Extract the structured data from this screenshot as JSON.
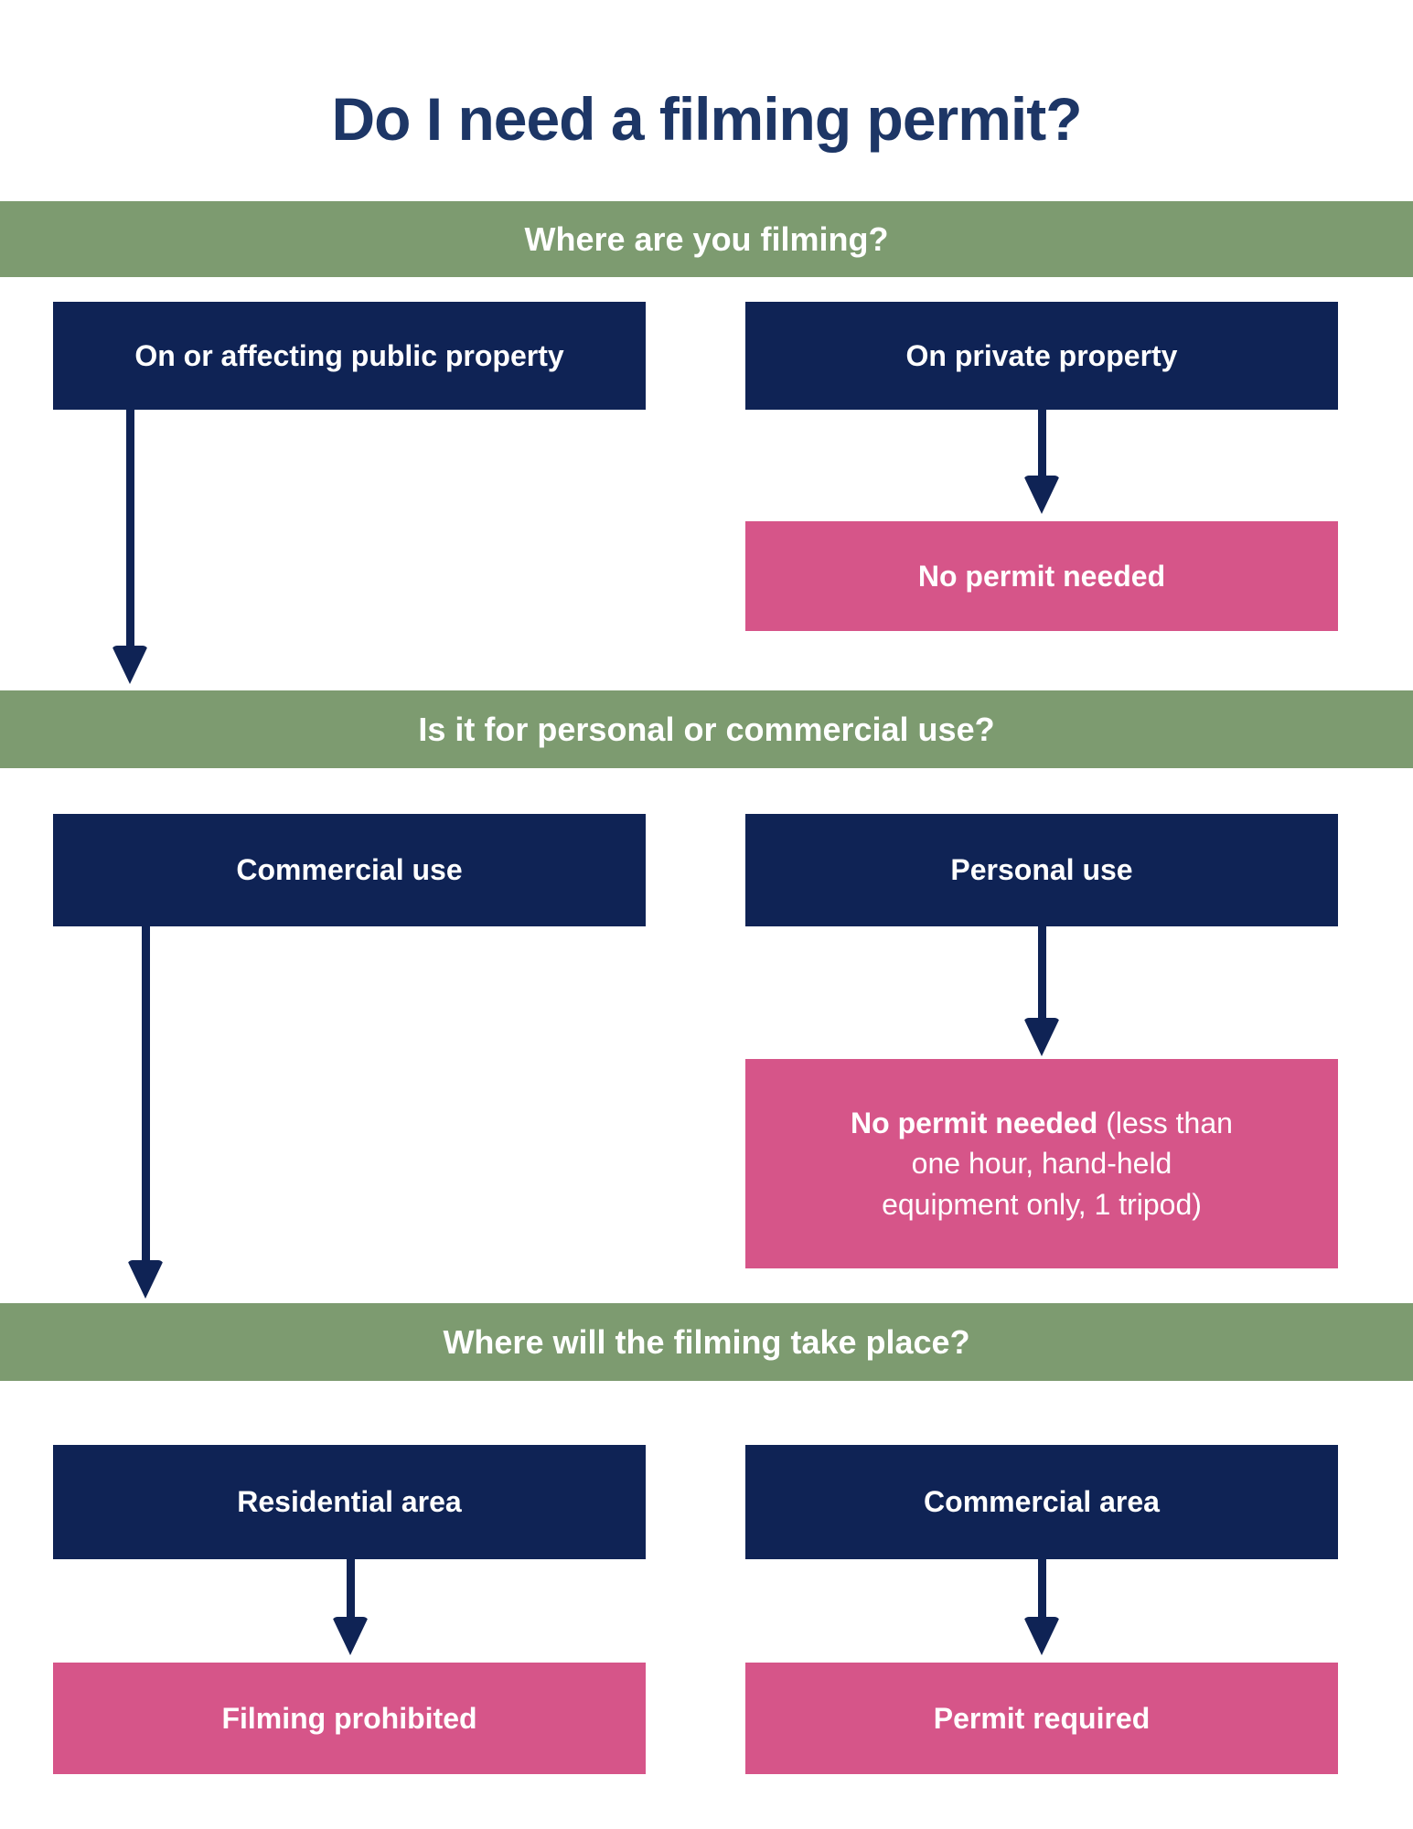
{
  "page": {
    "title": "Do I need a filming permit?"
  },
  "colors": {
    "title": "#1d3666",
    "navy": "#0f2355",
    "green": "#7d9b70",
    "pink": "#d65589",
    "text": "#ffffff"
  },
  "sections": [
    {
      "question": "Where are you filming?",
      "options": [
        {
          "label": "On or affecting public property"
        },
        {
          "label": "On private property",
          "outcome": "No permit needed"
        }
      ]
    },
    {
      "question": "Is it for personal or commercial use?",
      "options": [
        {
          "label": "Commercial use"
        },
        {
          "label": "Personal use",
          "outcome_line1_bold": "No permit needed",
          "outcome_line1_rest": " (less than",
          "outcome_line2": "one hour, hand-held",
          "outcome_line3": "equipment only, 1 tripod)"
        }
      ]
    },
    {
      "question": "Where will the filming take place?",
      "options": [
        {
          "label": "Residential area",
          "outcome": "Filming prohibited"
        },
        {
          "label": "Commercial area",
          "outcome": "Permit required"
        }
      ]
    }
  ]
}
